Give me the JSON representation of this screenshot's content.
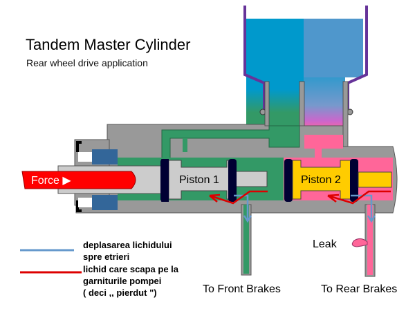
{
  "title": "Tandem Master Cylinder",
  "subtitle": "Rear wheel drive application",
  "labels": {
    "force": "Force ▶",
    "piston1": "Piston 1",
    "piston2": "Piston 2",
    "leak": "Leak",
    "front_brakes": "To Front Brakes",
    "rear_brakes": "To Rear Brakes"
  },
  "legend": [
    {
      "color": "#6699cc",
      "lines": [
        "deplasarea lichidului",
        "spre etrieri"
      ]
    },
    {
      "color": "#dd0000",
      "lines": [
        "lichid care scapa pe la",
        "garniturile pompei",
        "( deci ,, pierdut \")"
      ]
    }
  ],
  "colors": {
    "housing": "#999999",
    "primary_fluid": "#339966",
    "secondary_fluid": "#ff6699",
    "reservoir_top": "#0099cc",
    "reservoir_right": "#6699cc",
    "reservoir_mid": "#cc66cc",
    "piston_primary": "#cccccc",
    "piston_secondary": "#ffcc00",
    "seal": "#000033",
    "reservoir_wall": "#663399",
    "force_rod": "#ff0000",
    "boot_seal": "#336699",
    "flow_arrow": "#6699cc",
    "leak_line": "#dd0000"
  }
}
